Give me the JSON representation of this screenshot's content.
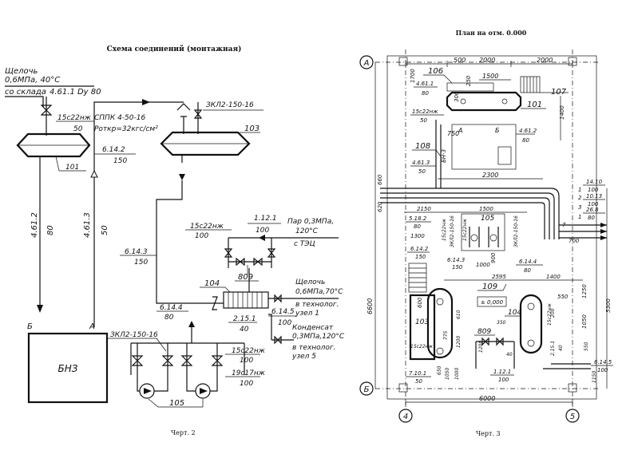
{
  "left": {
    "title": "Схема соединений (монтажная)",
    "caption": "Черт. 2",
    "inlet": {
      "line1": "Щелочь",
      "line2": "0,6МПа, 40°С",
      "line3": "со склада",
      "pipe": "4.61.1 Dу 80"
    },
    "valve_top": {
      "name": "15с22нж",
      "dn": "50"
    },
    "sppk": {
      "name": "СППК 4-50-16",
      "set": "Pоткр=32кгс/см²"
    },
    "zkl_top": "ЗКЛ2-150-16",
    "tank_101": "101",
    "tank_103": "103",
    "pipe_6142": {
      "code": "6.14.2",
      "dn": "150"
    },
    "pipe_4612": {
      "code": "4.61.2",
      "dn": "80"
    },
    "pipe_4613": {
      "code": "4.61.3",
      "dn": "50"
    },
    "steam": {
      "valve": "15с22нж",
      "dn": "100",
      "pipe": "1.12.1",
      "pipe_dn": "100",
      "text1": "Пар 0,3МПа,",
      "text2": "120°С",
      "text3": "с ТЭЦ"
    },
    "item_809": "809",
    "pipe_6143": {
      "code": "6.14.3",
      "dn": "150"
    },
    "item_104": "104",
    "alkali_out": {
      "line1": "Щелочь",
      "line2": "0,6МПа,70°С",
      "line3": "в технолог.",
      "line4": "узел 1",
      "code": "6.14.5",
      "dn": "100"
    },
    "pipe_6144": {
      "code": "6.14.4",
      "dn": "80"
    },
    "condensate": {
      "code": "2.15.1",
      "dn": "40",
      "line1": "Конденсат",
      "line2": "0,3МПа,120°С",
      "line3": "в технолог.",
      "line4": "узел 5"
    },
    "valve_15c22": {
      "name": "15с22нж",
      "dn": "100"
    },
    "valve_19c17": {
      "name": "19с17нж",
      "dn": "100"
    },
    "zkl_bottom": "ЗКЛ2-150-16",
    "letter_b": "Б",
    "letter_a": "А",
    "tank_bnz": "БНЗ",
    "pumps": "105"
  },
  "right": {
    "title": "План на отм. 0.000",
    "caption": "Черт. 3",
    "axis_a": "А",
    "axis_b": "Б",
    "axis_4": "4",
    "axis_5": "5",
    "dims": {
      "d500": "500",
      "d2000a": "2000",
      "d2000b": "2000",
      "d1700": "1700",
      "d250": "250",
      "d1500": "1500",
      "d300": "300",
      "d1400": "1400",
      "d750": "750",
      "d2300": "2300",
      "d660": "660",
      "d620": "620",
      "d6600": "6600",
      "d5300": "5300",
      "d6000": "6000",
      "d2150": "2150",
      "d1500b": "1500",
      "d1300": "1300",
      "d2595": "2595",
      "d1400b": "1400",
      "d550": "550",
      "d1250": "1250",
      "d1050": "1050",
      "d600": "600",
      "d7": "7",
      "d700": "700",
      "d50": "50",
      "d80": "80",
      "d40": "40",
      "d100": "100",
      "d150": "150",
      "d1000": "1000",
      "d900": "900",
      "d350": "350",
      "d200": "200",
      "d1200": "1200",
      "d1000b": "1000",
      "d1150": "1150",
      "d1250b": "1250"
    },
    "labels": {
      "i106": "106",
      "i107": "107",
      "i101": "101",
      "i4611": "4.61.1",
      "i80a": "80",
      "i15c": "15с22нж",
      "i50a": "50",
      "iA": "А",
      "iB": "Б",
      "i4612": "4.61.2",
      "i80b": "80",
      "i108": "108",
      "i4613": "4.61.3",
      "i50b": "50",
      "ibn3": "БН-3",
      "i1410": "14.10",
      "i100a": "100",
      "i1013": "10.13",
      "i100b": "100",
      "i268": "26.8",
      "i80c": "80",
      "n1": "1",
      "n2": "2",
      "n3": "3",
      "n1b": "1",
      "i5182": "5.18.2",
      "i80d": "80",
      "i105": "105",
      "i6142": "6.14.2",
      "i150": "150",
      "i6143": "6.14.3",
      "i150b": "150",
      "i6144": "6.14.4",
      "i80e": "80",
      "i109": "109",
      "izero": "± 0,000",
      "i103": "103",
      "i104": "104",
      "i809": "809",
      "i7101": "7.10.1",
      "i50c": "50",
      "i1121": "1.12.1",
      "i100c": "100",
      "i6145": "6.14.5",
      "i100d": "100",
      "izkl1": "ЗКЛ2-150-16",
      "izkl2": "ЗКЛ2-150-16",
      "i15c2": "15с22нж",
      "i15c3": "15с22нж",
      "i15c4": "15с22нж",
      "i15c5": "15с22нж",
      "i40": "40",
      "i2151": "2.15.1",
      "i775": "775",
      "i610": "610",
      "i1200": "1200",
      "i650": "650",
      "i40b": "40"
    }
  }
}
